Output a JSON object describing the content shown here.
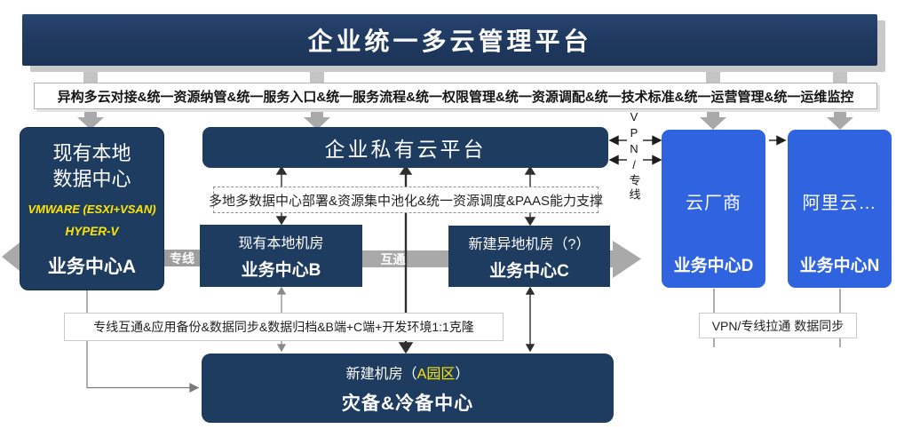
{
  "banner": {
    "title": "企业统一多云管理平台"
  },
  "capability_bar": {
    "text": "异构多云对接&统一资源纳管&统一服务入口&统一服务流程&统一权限管理&统一资源调配&统一技术标准&统一运营管理&统一运维监控"
  },
  "nodes": {
    "local_dc": {
      "title": "现有本地\n数据中心",
      "tech_1": "VMWARE (ESXI+VSAN)",
      "tech_2": "HYPER-V",
      "label": "业务中心A"
    },
    "private_cloud": {
      "title": "企业私有云平台"
    },
    "room_b": {
      "title": "现有本地机房",
      "label": "业务中心B"
    },
    "room_c": {
      "title": "新建异地机房（?）",
      "label": "业务中心C"
    },
    "vendor_d": {
      "title": "云厂商",
      "label": "业务中心D"
    },
    "vendor_n": {
      "title": "阿里云…",
      "label": "业务中心N"
    },
    "disaster_center": {
      "title_prefix": "新建机房（",
      "title_highlight": "A园区",
      "title_suffix": "）",
      "label": "灾备&冷备中心"
    }
  },
  "notes": {
    "deployment": "多地多数据中心部署&资源集中池化&统一资源调度&PAAS能力支撑",
    "sync": "专线互通&应用备份&数据同步&数据归档&B端+C端+开发环境1:1克隆",
    "vpn_sync": "VPN/专线拉通 数据同步"
  },
  "links": {
    "vpn_vertical": "VPN/专线",
    "zhuanxian": "专线",
    "hutong": "互通"
  },
  "colors": {
    "navy": "#1e3b60",
    "blue": "#2f63e0",
    "yellow": "#ffe600",
    "gray_arrow": "#a9a9a9"
  }
}
